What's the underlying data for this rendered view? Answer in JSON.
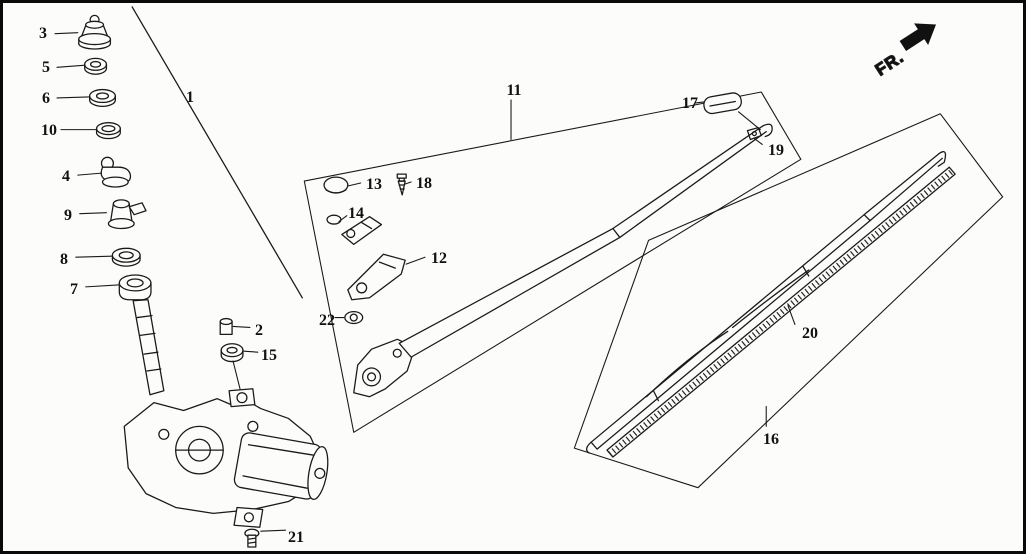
{
  "diagram": {
    "direction_label": "FR.",
    "callouts": {
      "c1": "1",
      "c2": "2",
      "c3": "3",
      "c4": "4",
      "c5": "5",
      "c6": "6",
      "c7": "7",
      "c8": "8",
      "c9": "9",
      "c10": "10",
      "c11": "11",
      "c12": "12",
      "c13": "13",
      "c14": "14",
      "c15": "15",
      "c16": "16",
      "c17": "17",
      "c18": "18",
      "c19": "19",
      "c20": "20",
      "c21": "21",
      "c22": "22"
    }
  }
}
